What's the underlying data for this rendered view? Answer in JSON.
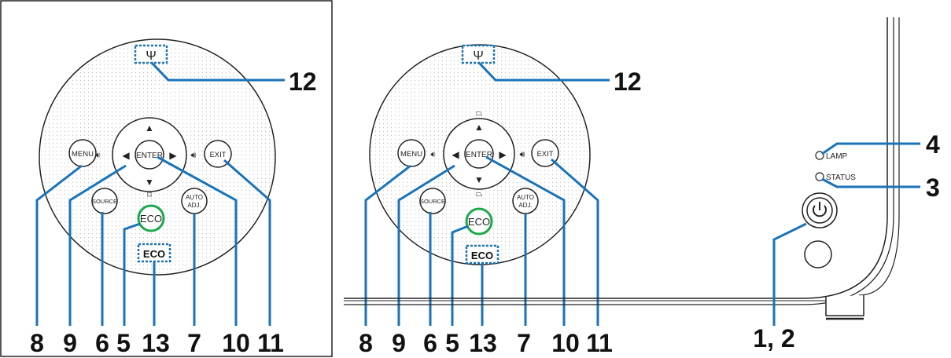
{
  "panels": {
    "left": {
      "callouts": {
        "c12": "12",
        "c8": "8",
        "c9": "9",
        "c6": "6",
        "c5": "5",
        "c13": "13",
        "c7": "7",
        "c10": "10",
        "c11": "11"
      }
    },
    "middle": {
      "callouts": {
        "c12": "12",
        "c8": "8",
        "c9": "9",
        "c6": "6",
        "c5": "5",
        "c13": "13",
        "c7": "7",
        "c10": "10",
        "c11": "11"
      }
    }
  },
  "buttons": {
    "menu": "MENU",
    "exit": "EXIT",
    "enter": "ENTER",
    "source": "SOURCE",
    "auto_line1": "AUTO",
    "auto_line2": "ADJ.",
    "eco": "ECO",
    "eco_sensor": "ECO"
  },
  "indicators": {
    "lamp": "LAMP",
    "status": "STATUS"
  },
  "right_callouts": {
    "c4": "4",
    "c3": "3",
    "c12": "1, 2"
  },
  "colors": {
    "leader_line": "#1a73b8",
    "eco_ring": "#1aa84a",
    "dotted_highlight": "#1a73b8"
  }
}
